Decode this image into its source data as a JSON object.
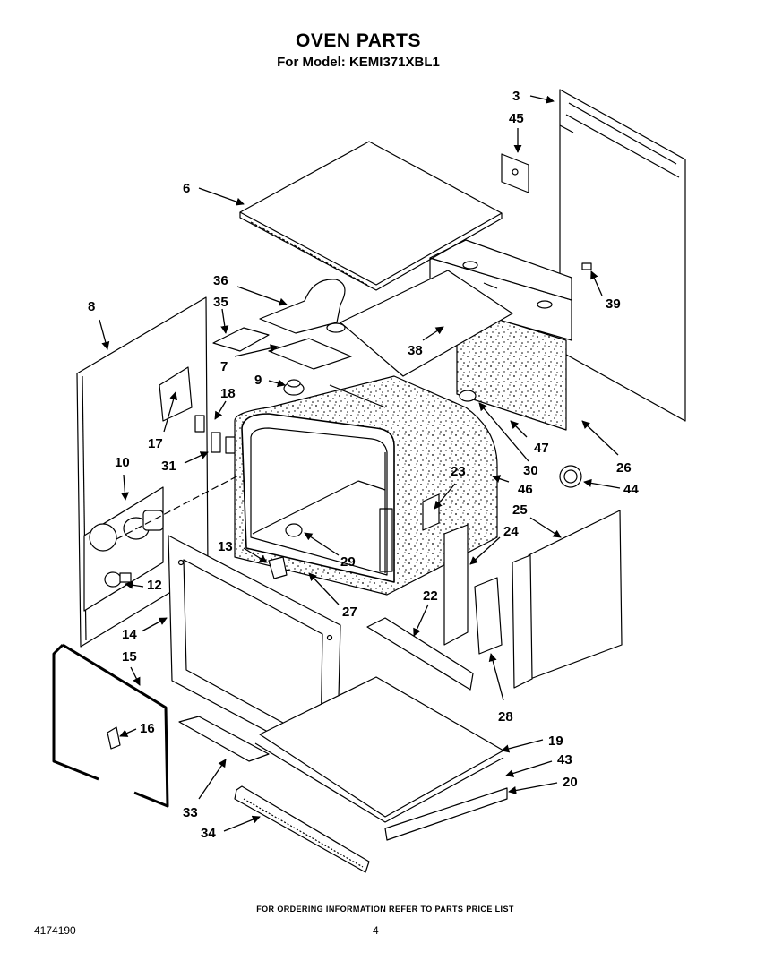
{
  "header": {
    "title": "OVEN PARTS",
    "subtitle": "For Model: KEMI371XBL1"
  },
  "footer": {
    "note": "FOR ORDERING INFORMATION REFER TO PARTS PRICE LIST",
    "doc_number": "4174190",
    "page_number": "4"
  },
  "callouts": [
    "3",
    "45",
    "6",
    "39",
    "8",
    "36",
    "35",
    "38",
    "7",
    "9",
    "18",
    "17",
    "31",
    "47",
    "26",
    "10",
    "23",
    "30",
    "46",
    "44",
    "25",
    "24",
    "13",
    "29",
    "12",
    "22",
    "27",
    "14",
    "15",
    "28",
    "16",
    "19",
    "43",
    "20",
    "33",
    "34"
  ]
}
